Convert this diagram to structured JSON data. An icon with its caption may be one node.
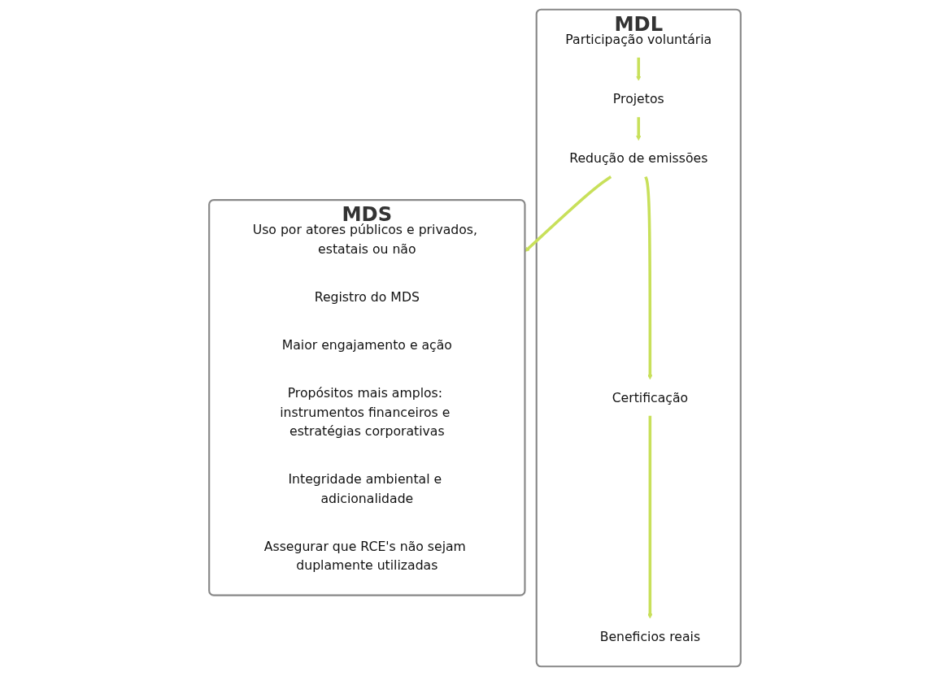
{
  "diagram": {
    "nodes": [
      {
        "text": [
          "MDL"
        ]
      },
      {
        "text": [
          "Participação voluntária"
        ],
        "in": 0
      },
      {
        "text": [
          "Projetos"
        ],
        "in": 0
      },
      {
        "text": [
          "Redução de emissões"
        ],
        "in": 0
      },
      {
        "text": [
          "Certificação"
        ],
        "in": 0
      },
      {
        "text": [
          "Beneficios reais"
        ],
        "in": 0
      },
      {
        "text": [
          "MDS"
        ]
      },
      {
        "text": [
          "Uso por atores públicos e privados, estatais ou não"
        ],
        "in": 6
      },
      {
        "text": [
          "Registro do MDS"
        ],
        "in": 6
      },
      {
        "text": [
          "Maior engajamento e ação"
        ],
        "in": 6
      },
      {
        "text": [
          "Propósitos mais amplos: instrumentos financeiros e estratégias corporativas"
        ],
        "in": 6
      },
      {
        "text": [
          "Integridade ambiental e adicionalidade"
        ],
        "in": 6
      },
      {
        "text": [
          "Assegurar que RCE's não sejam duplamente utilizadas"
        ],
        "in": 6
      }
    ],
    "edges": [
      {
        "from": 1,
        "to": 2,
        "arrow": "to"
      },
      {
        "from": 2,
        "to": 3,
        "arrow": "to"
      },
      {
        "from": 3,
        "to": 4,
        "arrow": "to"
      },
      {
        "from": 4,
        "to": 5,
        "arrow": "to"
      },
      {
        "from": 3,
        "to": 6,
        "arrow": "to"
      }
    ]
  }
}
